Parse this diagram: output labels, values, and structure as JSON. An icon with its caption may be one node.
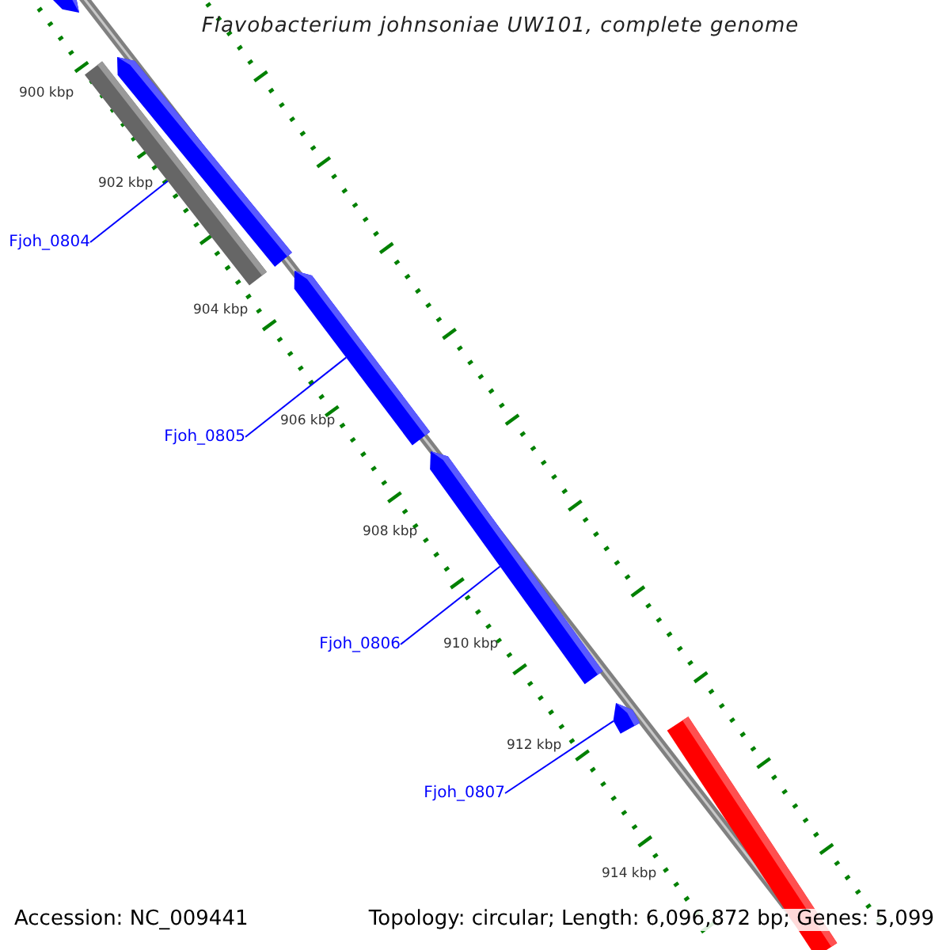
{
  "diagram": {
    "title": "Flavobacterium johnsoniae UW101, complete genome",
    "nodes": [
      {
        "text": [],
        "shape": "bar"
      },
      {
        "text": [],
        "shape": "bar"
      },
      {
        "text": [],
        "shape": "bar"
      },
      {
        "text": [
          "Fjoh_0804"
        ]
      },
      {
        "text": [],
        "shape": "bar"
      },
      {
        "text": [
          "Fjoh_0805"
        ]
      },
      {
        "text": [],
        "shape": "bar"
      },
      {
        "text": [
          "Fjoh_0806"
        ]
      },
      {
        "text": [],
        "shape": "bar"
      },
      {
        "text": [
          "Fjoh_0807"
        ]
      },
      {
        "text": [],
        "shape": "bar"
      }
    ],
    "edges": [
      {
        "from": 3,
        "to": 2,
        "arrow": "none"
      },
      {
        "from": 5,
        "to": 4,
        "arrow": "none"
      },
      {
        "from": 7,
        "to": 6,
        "arrow": "none"
      },
      {
        "from": 9,
        "to": 8,
        "arrow": "none"
      }
    ],
    "labels": [
      "900 kbp",
      "902 kbp",
      "904 kbp",
      "906 kbp",
      "908 kbp",
      "910 kbp",
      "912 kbp",
      "914 kbp",
      "Accession: NC_009441",
      "Topology: circular; Length: 6,096,872 bp; Genes: 5,099"
    ]
  }
}
